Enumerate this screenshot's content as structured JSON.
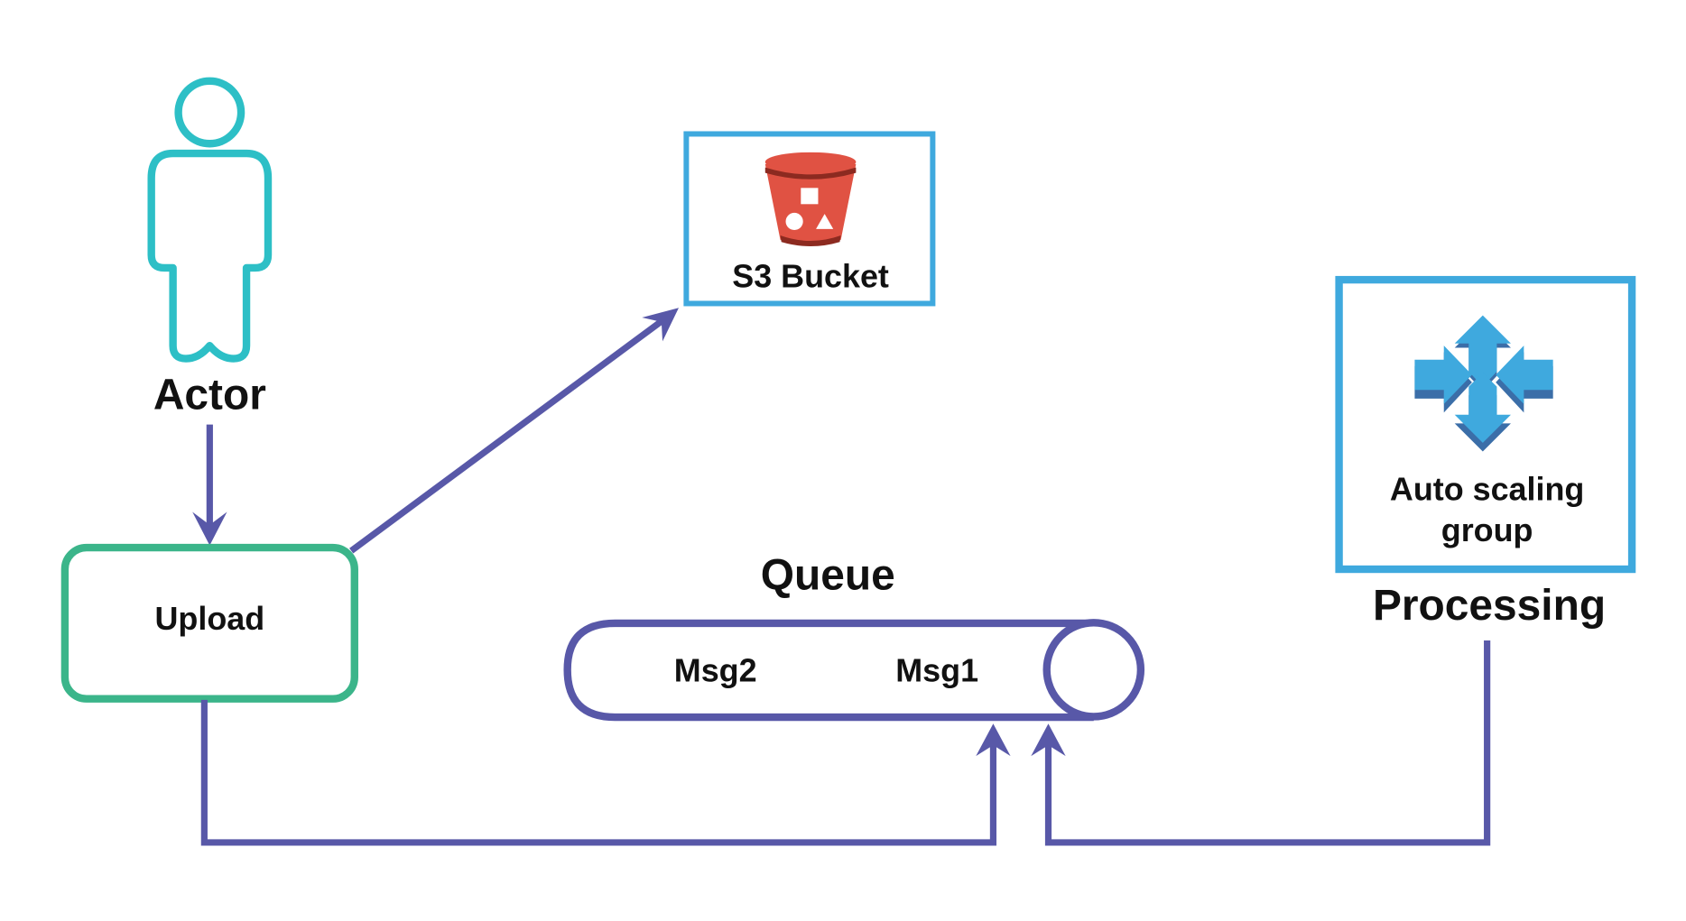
{
  "nodes": {
    "actor": {
      "label": "Actor"
    },
    "upload": {
      "label": "Upload"
    },
    "s3": {
      "label": "S3 Bucket"
    },
    "queue": {
      "title": "Queue",
      "messages": [
        "Msg2",
        "Msg1"
      ]
    },
    "processing": {
      "box_label_line1": "Auto scaling",
      "box_label_line2": "group",
      "label": "Processing"
    }
  },
  "colors": {
    "actor": "#2dbfc6",
    "upload": "#3bb58a",
    "aws_box": "#3fa9de",
    "flow": "#5858a8",
    "s3_red": "#e05243",
    "autoscale_blue": "#3fa9de"
  }
}
